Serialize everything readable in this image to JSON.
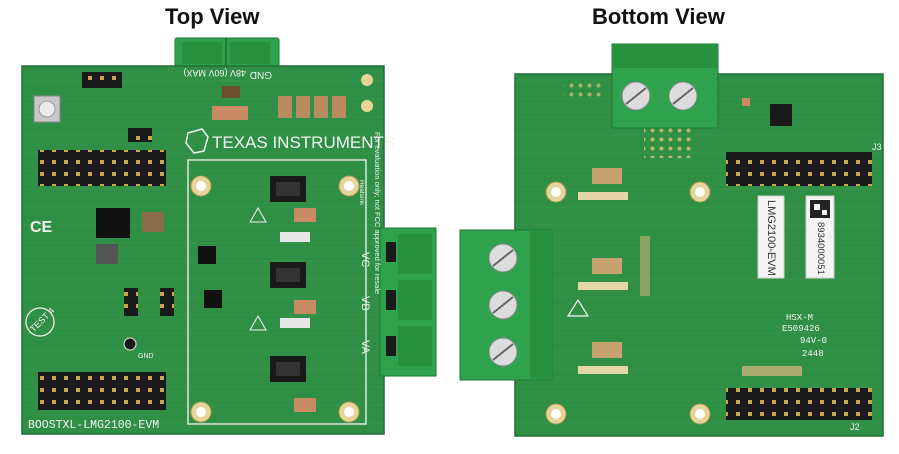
{
  "captions": {
    "top_view": "Top View",
    "bottom_view": "Bottom View"
  },
  "top_board": {
    "brand": "TEXAS INSTRUMENTS",
    "model_label": "BOOSTXL-LMG2100-EVM",
    "power_label": "48V (60V MAX)",
    "gnd_label": "GND",
    "warning_text": "For evaluation only; not FCC approved for resale",
    "heatsink_label": "Heatsink",
    "phase_labels": [
      "VC",
      "VB",
      "VA"
    ],
    "test_label": "TEST 4",
    "gnd_tp_label": "GND"
  },
  "bottom_board": {
    "sticker_model": "LMG2100-EVM",
    "sticker_serial": "8934000051",
    "fab_code": "HSX-M",
    "fab_lot": "E509426",
    "ul_rating": "94V-0",
    "date_code": "2448",
    "header_label": "J3",
    "header_label_2": "J2"
  },
  "colors": {
    "pcb_green": "#2f8f45",
    "pcb_dark": "#1f6b33",
    "silkscreen": "#f2f6f2",
    "terminal_green": "#2fa24e",
    "gold": "#c9a44a",
    "copper": "#c98a63"
  }
}
